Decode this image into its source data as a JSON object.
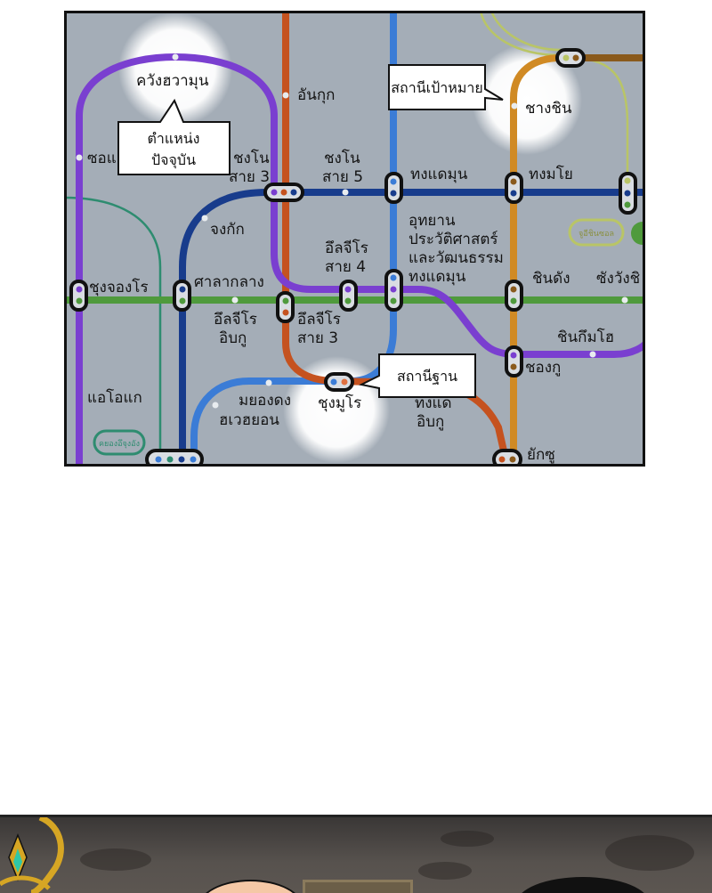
{
  "map": {
    "line_colors": {
      "purple": "#7a3fd0",
      "orange": "#c5521f",
      "dark_blue": "#183c8c",
      "light_blue": "#3b7cd6",
      "green": "#4f9a3c",
      "teal": "#2e8c70",
      "amber": "#d08a24",
      "brown": "#8a5a1c",
      "lime": "#b9c566"
    },
    "stations": {
      "gwanghwamun": "ควังฮวามุน",
      "anguk": "อันกุก",
      "seodaemun": "ซอแ",
      "jongno3_line1": "ชงโน",
      "jongno3_line2": "สาย 3",
      "jongno5_line1": "ชงโน",
      "jongno5_line2": "สาย 5",
      "dongdaemun": "ทงแดมุน",
      "changsin": "ชางชิน",
      "dongmyo": "ทงมโย",
      "jonggak": "จงกัก",
      "euljiro4_line1": "อึลจีโร",
      "euljiro4_line2": "สาย 4",
      "ddp_line1": "อุทยาน",
      "ddp_line2": "ประวัติศาสตร์",
      "ddp_line3": "และวัฒนธรรม",
      "ddp_line4": "ทงแดมุน",
      "chungjeongno": "ชุงจองโร",
      "city_hall": "ศาลากลาง",
      "sindang": "ชินดัง",
      "sangwangsimni": "ซังวังชิ",
      "euljiro1_line1": "อึลจีโร",
      "euljiro1_line2": "อิบกู",
      "euljiro3_line1": "อึลจีโร",
      "euljiro3_line2": "สาย 3",
      "sinkeumho": "ชินกึมโฮ",
      "cheonggu": "ชองกู",
      "aeogae": "แอโอแก",
      "myeongdong_line1": "มยองดง",
      "myeongdong_line2": "ฮเวฮยอน",
      "chungmuro": "ชุงมูโร",
      "dongdae_ipgu_line1": "ทงแด",
      "dongdae_ipgu_line2": "อิบกู",
      "yaksu": "ยักซู",
      "badge_left": "คยองอึจุงอัง",
      "badge_right": "จูอีชินซอล"
    },
    "callouts": {
      "current_location_line1": "ตำแหน่ง",
      "current_location_line2": "ปัจจุบัน",
      "target_station": "สถานีเป้าหมาย",
      "base_station": "สถานีฐาน"
    }
  }
}
